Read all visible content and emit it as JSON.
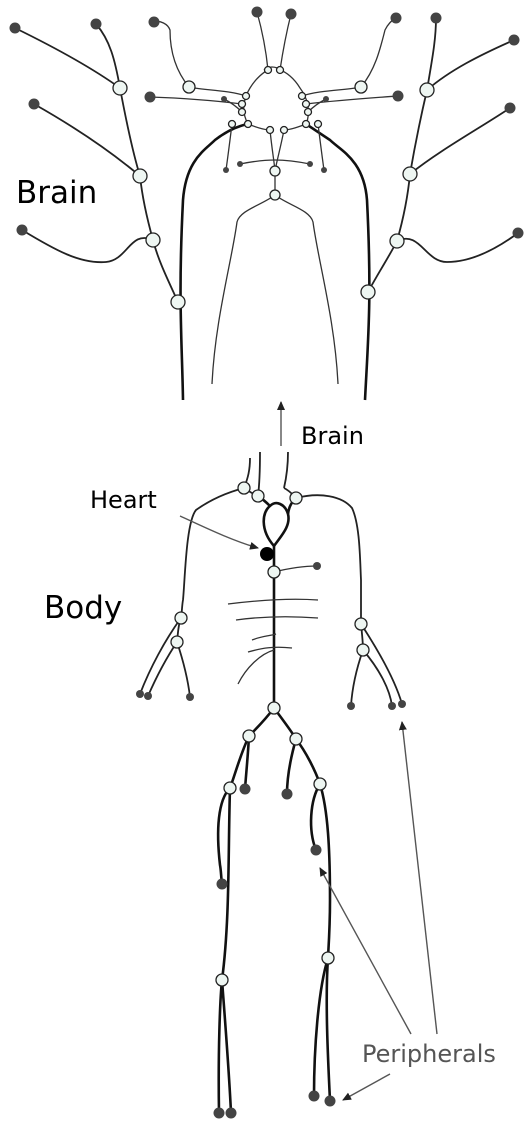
{
  "labels": {
    "brain_top": "Brain",
    "brain_arrow": "Brain",
    "heart": "Heart",
    "body": "Body",
    "peripherals": "Peripherals"
  },
  "colors": {
    "node_fill": "#eef6f2",
    "line": "#222222",
    "terminal": "#444444",
    "peripherals_text": "#555555"
  }
}
